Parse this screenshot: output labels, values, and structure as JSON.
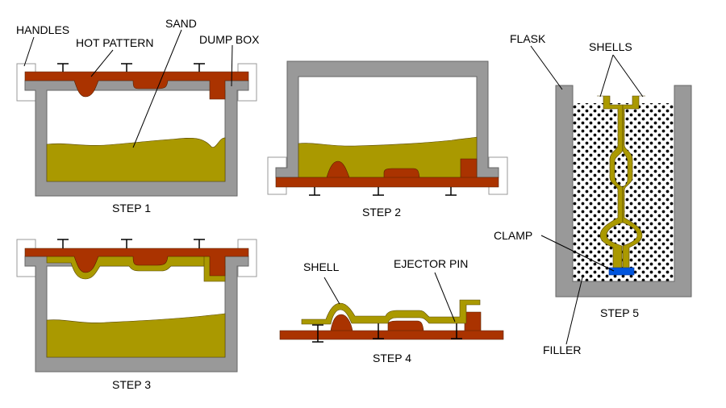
{
  "diagram": {
    "colors": {
      "flask": "#999999",
      "hot_pattern": "#aa3300",
      "sand": "#aa9900",
      "clamp": "#0055dd",
      "filler_dots": "#000000"
    },
    "labels": {
      "handles": "HANDLES",
      "hot_pattern": "HOT PATTERN",
      "sand": "SAND",
      "dump_box": "DUMP BOX",
      "flask": "FLASK",
      "shells": "SHELLS",
      "clamp": "CLAMP",
      "filler": "FILLER",
      "shell": "SHELL",
      "ejector_pin": "EJECTOR PIN"
    },
    "steps": [
      {
        "label": "STEP 1"
      },
      {
        "label": "STEP 2"
      },
      {
        "label": "STEP 3"
      },
      {
        "label": "STEP 4"
      },
      {
        "label": "STEP 5"
      }
    ]
  }
}
